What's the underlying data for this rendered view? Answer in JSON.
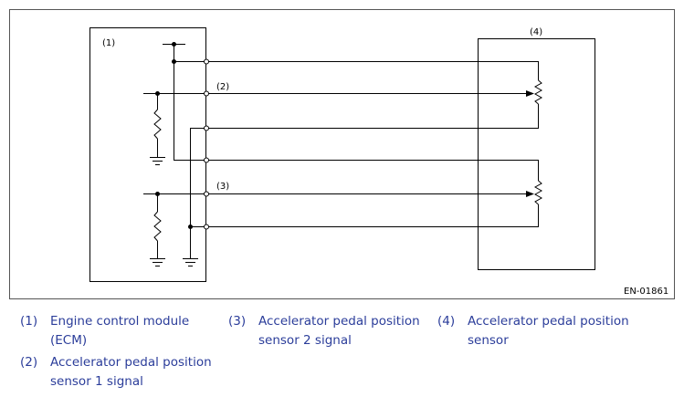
{
  "diagram": {
    "ecm_label": "(1)",
    "sensor_label": "(4)",
    "signal1_label": "(2)",
    "signal2_label": "(3)",
    "code": "EN-01861"
  },
  "legend": [
    {
      "num": "(1)",
      "text": "Engine control module (ECM)"
    },
    {
      "num": "(2)",
      "text": "Accelerator pedal position sensor 1 signal"
    },
    {
      "num": "(3)",
      "text": "Accelerator pedal position sensor 2 signal"
    },
    {
      "num": "(4)",
      "text": "Accelerator pedal position sensor"
    }
  ],
  "colors": {
    "legend_text": "#2b3d9a",
    "line": "#000000",
    "frame": "#555555"
  }
}
